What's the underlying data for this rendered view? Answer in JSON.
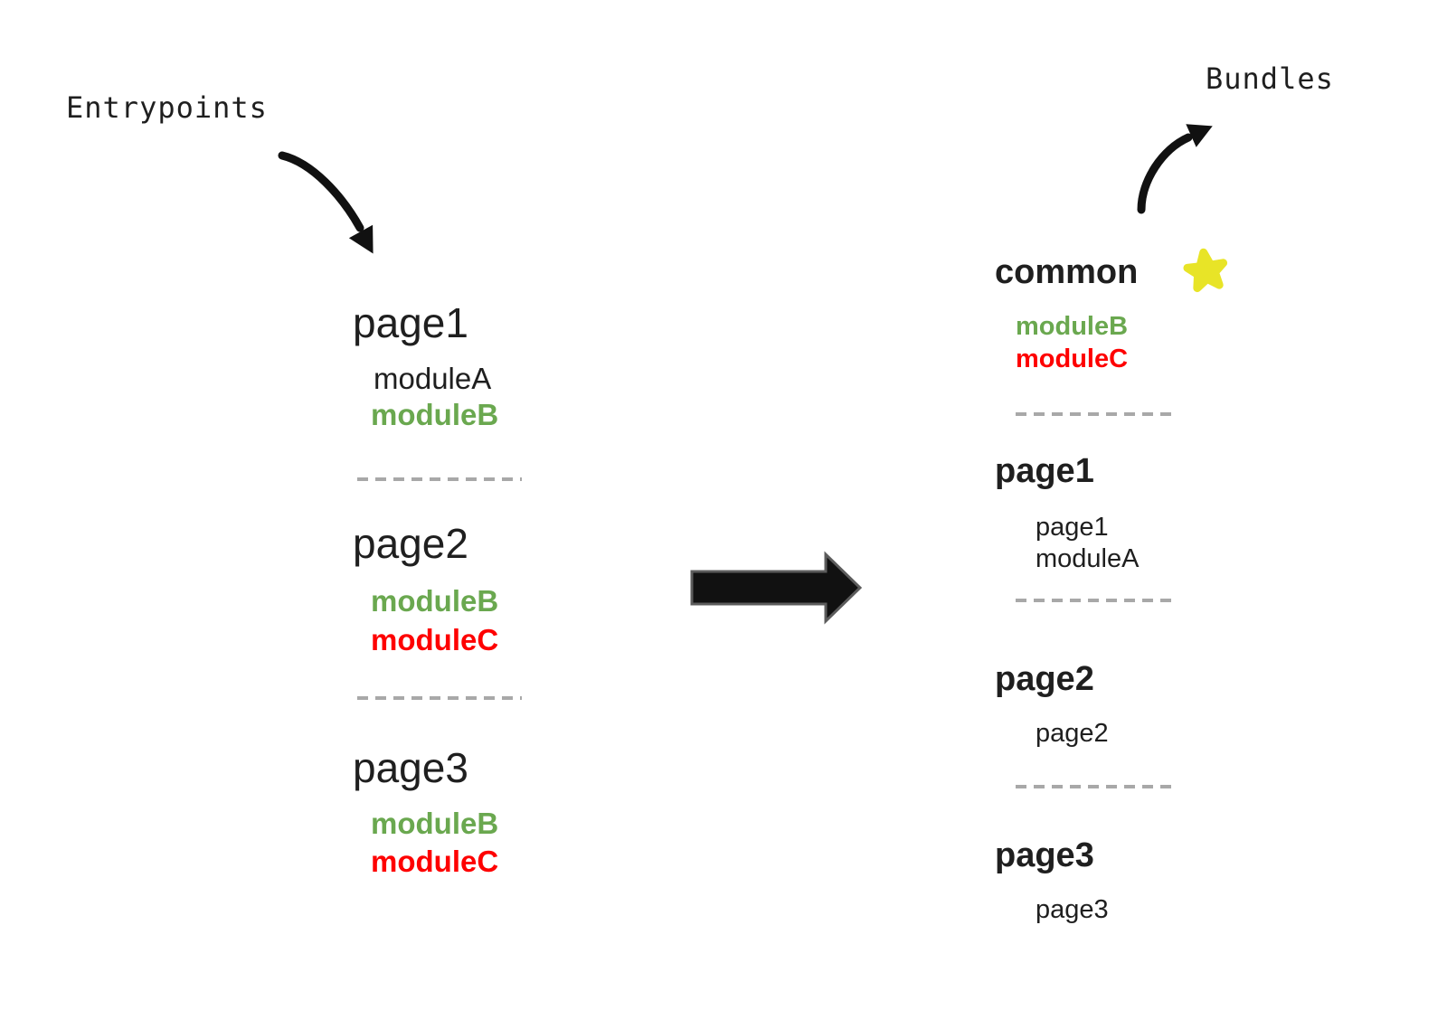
{
  "labels": {
    "entrypoints": "Entrypoints",
    "bundles": "Bundles"
  },
  "colors": {
    "ink": "#1f1f1f",
    "black": "#1f1f1f",
    "green": "#6aa84f",
    "red": "#fe0000",
    "star_yellow": "#e8e427",
    "dash_gray": "#a8a8a8",
    "arrow_black": "#111111",
    "arrow_outline": "#5c5c5c"
  },
  "entrypoints_column": {
    "groups": [
      {
        "title": "page1",
        "modules": [
          {
            "name": "moduleA",
            "color": "black"
          },
          {
            "name": "moduleB",
            "color": "green"
          }
        ]
      },
      {
        "title": "page2",
        "modules": [
          {
            "name": "moduleB",
            "color": "green"
          },
          {
            "name": "moduleC",
            "color": "red"
          }
        ]
      },
      {
        "title": "page3",
        "modules": [
          {
            "name": "moduleB",
            "color": "green"
          },
          {
            "name": "moduleC",
            "color": "red"
          }
        ]
      }
    ]
  },
  "bundles_column": {
    "groups": [
      {
        "title": "common",
        "starred": true,
        "modules": [
          {
            "name": "moduleB",
            "color": "green"
          },
          {
            "name": "moduleC",
            "color": "red"
          }
        ]
      },
      {
        "title": "page1",
        "starred": false,
        "modules": [
          {
            "name": "page1",
            "color": "black"
          },
          {
            "name": "moduleA",
            "color": "black"
          }
        ]
      },
      {
        "title": "page2",
        "starred": false,
        "modules": [
          {
            "name": "page2",
            "color": "black"
          }
        ]
      },
      {
        "title": "page3",
        "starred": false,
        "modules": [
          {
            "name": "page3",
            "color": "black"
          }
        ]
      }
    ]
  }
}
